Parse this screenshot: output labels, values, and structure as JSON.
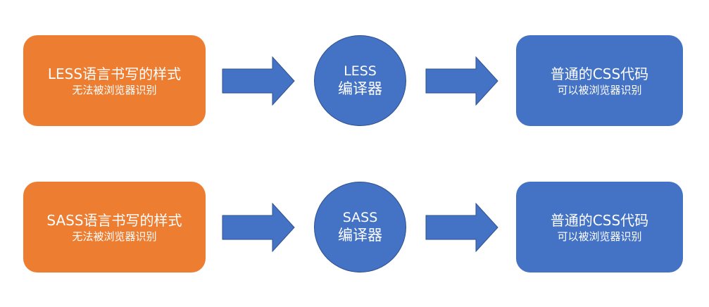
{
  "colors": {
    "source_fill": "#ed7d31",
    "blue_fill": "#4472c4",
    "text": "#ffffff"
  },
  "rows": [
    {
      "source": {
        "title": "LESS语言书写的样式",
        "subtitle": "无法被浏览器识别"
      },
      "compiler": {
        "line1": "LESS",
        "line2": "编译器"
      },
      "output": {
        "title": "普通的CSS代码",
        "subtitle": "可以被浏览器识别"
      }
    },
    {
      "source": {
        "title": "SASS语言书写的样式",
        "subtitle": "无法被浏览器识别"
      },
      "compiler": {
        "line1": "SASS",
        "line2": "编译器"
      },
      "output": {
        "title": "普通的CSS代码",
        "subtitle": "可以被浏览器识别"
      }
    }
  ],
  "icons": {
    "arrow": "right-arrow-icon"
  }
}
